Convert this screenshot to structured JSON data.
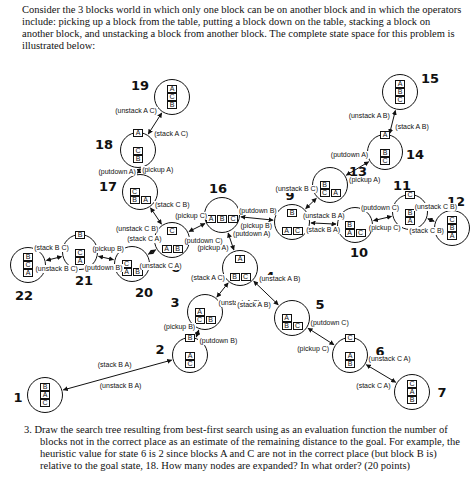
{
  "diagram": {
    "nodes": [
      {
        "text": [
          "1",
          "B",
          "A",
          "C"
        ]
      },
      {
        "text": [
          "2",
          "B",
          "A",
          "C"
        ]
      },
      {
        "text": [
          "3",
          "A",
          "C",
          "B"
        ]
      },
      {
        "text": [
          "4",
          "A",
          "B",
          "C"
        ]
      },
      {
        "text": [
          "5",
          "A",
          "B",
          "C"
        ]
      },
      {
        "text": [
          "6",
          "C",
          "A",
          "B"
        ]
      },
      {
        "text": [
          "7",
          "C",
          "A",
          "B"
        ]
      },
      {
        "text": [
          "8",
          "C",
          "A",
          "B"
        ]
      },
      {
        "text": [
          "9",
          "B",
          "A",
          "C"
        ]
      },
      {
        "text": [
          "10",
          "B",
          "A",
          "C"
        ]
      },
      {
        "text": [
          "11",
          "C",
          "B",
          "A"
        ]
      },
      {
        "text": [
          "12",
          "C",
          "B",
          "A"
        ]
      },
      {
        "text": [
          "13",
          "B",
          "C",
          "A"
        ]
      },
      {
        "text": [
          "14",
          "A",
          "B",
          "C"
        ]
      },
      {
        "text": [
          "15",
          "A",
          "B",
          "C"
        ]
      },
      {
        "text": [
          "16",
          "A",
          "B",
          "C"
        ]
      },
      {
        "text": [
          "17",
          "C",
          "B",
          "A"
        ]
      },
      {
        "text": [
          "18",
          "A",
          "C",
          "B"
        ]
      },
      {
        "text": [
          "19",
          "A",
          "C",
          "B"
        ]
      },
      {
        "text": [
          "20",
          "C",
          "A",
          "B"
        ]
      },
      {
        "text": [
          "21",
          "B",
          "C",
          "A"
        ]
      },
      {
        "text": [
          "22",
          "B",
          "C",
          "A"
        ]
      }
    ],
    "edges": [
      {
        "from": 15,
        "to": 3,
        "arrow": "both",
        "label": "(pickup A)"
      },
      {
        "from": 15,
        "to": 7,
        "arrow": "both",
        "label": "(pickup C)"
      },
      {
        "from": 15,
        "to": 8,
        "arrow": "both",
        "label": "(pickup B)"
      },
      {
        "from": 3,
        "to": 2,
        "arrow": "both",
        "label": "(stack A C)"
      },
      {
        "from": 3,
        "to": 4,
        "arrow": "both",
        "label": "(stack A B)"
      },
      {
        "from": 2,
        "to": 1,
        "arrow": "both",
        "label": "(pickup B)"
      },
      {
        "from": 1,
        "to": 0,
        "arrow": "both",
        "label": "(stack B A)"
      },
      {
        "from": 4,
        "to": 5,
        "arrow": "both",
        "label": "(pickup C)"
      },
      {
        "from": 5,
        "to": 6,
        "arrow": "both",
        "label": "(stack C A)"
      },
      {
        "from": 7,
        "to": 16,
        "arrow": "both",
        "label": "(stack C B)"
      },
      {
        "from": 16,
        "to": 17,
        "arrow": "both",
        "label": "(pickup A)"
      },
      {
        "from": 17,
        "to": 18,
        "arrow": "both",
        "label": "(stack A C)"
      },
      {
        "from": 7,
        "to": 19,
        "arrow": "both",
        "label": "(stack C A)"
      },
      {
        "from": 19,
        "to": 20,
        "arrow": "both",
        "label": "(pickup B)"
      },
      {
        "from": 20,
        "to": 21,
        "arrow": "both",
        "label": "(stack B C)"
      },
      {
        "from": 8,
        "to": 12,
        "arrow": "both",
        "label": "(stack B C)"
      },
      {
        "from": 12,
        "to": 13,
        "arrow": "both",
        "label": "(pickup A)"
      },
      {
        "from": 13,
        "to": 14,
        "arrow": "both",
        "label": "(stack A B)"
      },
      {
        "from": 8,
        "to": 9,
        "arrow": "both",
        "label": "(stack B A)"
      },
      {
        "from": 9,
        "to": 10,
        "arrow": "both",
        "label": "(pickup C)"
      },
      {
        "from": 10,
        "to": 11,
        "arrow": "both",
        "label": "(stack C B)"
      }
    ],
    "labels": [
      "(putdown A)",
      "(putdown C)",
      "(putdown B)",
      "(unstack A C)",
      "(unstack A B)",
      "(putdown B)",
      "(unstack B A)",
      "(putdown C)",
      "(unstack C A)",
      "(unstack C B)",
      "(putdown A)",
      "(unstack A C)",
      "(unstack C A)",
      "(putdown B)",
      "(unstack B C)",
      "(unstack B C)",
      "(putdown A)",
      "(unstack A B)",
      "(unstack B A)",
      "(putdown C)",
      "(unstack C B)",
      "Consider the 3 blocks world in which only one block can be on another block and in which the operators include: picking up a block from the table, putting a block down on the table, stacking a block on another block, and unstacking a block from another block. The complete state space for this problem is illustrated below:",
      "3. Draw the search tree resulting from best-first search using as an evaluation function the number of blocks not in the correct place as an estimate of the remaining distance to the goal. For example, the heuristic value for state 6 is 2 since blocks A and C are not in the correct place (but block B is) relative to the goal state, 18. How many nodes are expanded? In what order? (20 points)"
    ]
  }
}
